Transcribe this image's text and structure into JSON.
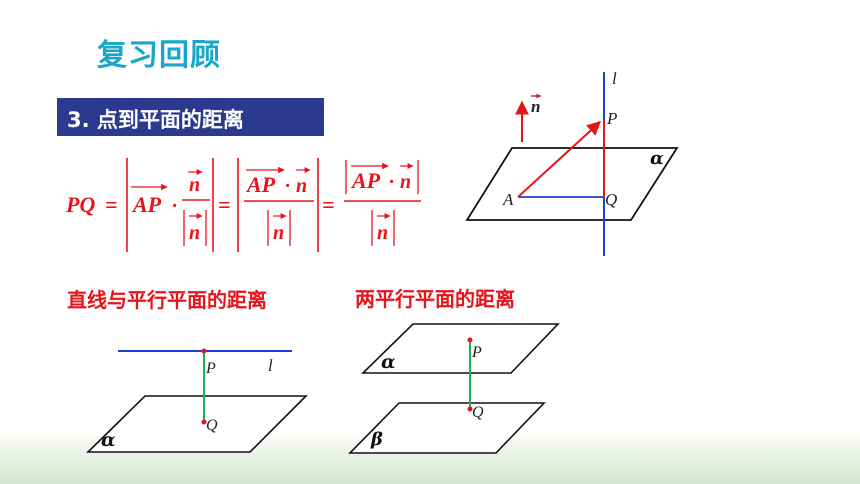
{
  "header": {
    "title": "复习回顾"
  },
  "section": {
    "label": "3. 点到平面的距离"
  },
  "formula": {
    "lhs": "PQ",
    "vec_ap": "AP",
    "vec_n": "n",
    "equals": "=",
    "dot": "·"
  },
  "diagram_main": {
    "line_label": "l",
    "normal_label": "n",
    "point_p": "P",
    "point_a": "A",
    "point_q": "Q",
    "plane_label": "α"
  },
  "subheadings": {
    "line_plane": "直线与平行平面的距离",
    "plane_plane": "两平行平面的距离"
  },
  "diagram_line_plane": {
    "point_p": "P",
    "line_label": "l",
    "point_q": "Q",
    "plane_label": "α"
  },
  "diagram_plane_plane": {
    "point_p": "P",
    "point_q": "Q",
    "plane_top_label": "α",
    "plane_bottom_label": "β"
  },
  "colors": {
    "title": "#1aa6c9",
    "section_bg": "#2b3a8f",
    "accent_red": "#e8141c",
    "line_blue": "#1a3ed6",
    "segment_green": "#22b14c"
  }
}
